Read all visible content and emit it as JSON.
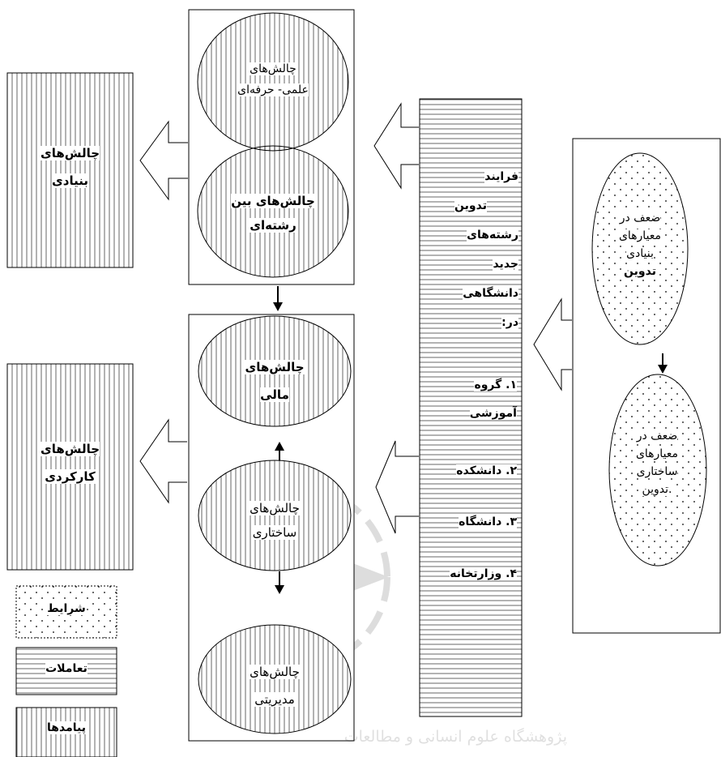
{
  "conditions": {
    "weak_foundational": [
      "ضعف در",
      "معیارهای",
      "بنیادی",
      "تدوین"
    ],
    "weak_structural": [
      "ضعف در",
      "معیارهای",
      "ساختاری",
      ".تدوین"
    ]
  },
  "process": {
    "lines": [
      "فرایند",
      "تدوین",
      "رشته‌های",
      "جدید",
      "دانشگاهی",
      "در:"
    ],
    "levels": [
      "۱. گروه",
      "آموزشی",
      "۲. دانشکده",
      "۳. دانشگاه",
      "۴. وزارتخانه"
    ]
  },
  "challenges_top": {
    "scientific": [
      "چالش‌های",
      "علمی- حرفه‌ای"
    ],
    "interdisciplinary": [
      "چالش‌های بین",
      "رشته‌ای"
    ]
  },
  "challenges_bottom": {
    "financial": [
      "چالش‌های",
      "مالی"
    ],
    "structural": [
      "چالش‌های",
      "ساختاری"
    ],
    "managerial": [
      "چالش‌های",
      "مدیریتی"
    ]
  },
  "outcomes": {
    "foundational": [
      "چالش‌های",
      "بنیادی"
    ],
    "functional": [
      "چالش‌های",
      "کارکردی"
    ]
  },
  "legend": {
    "conditions": "شرایط",
    "interactions": "تعاملات",
    "outcomes": "پیامدها"
  },
  "watermark_text": "پژوهشگاه علوم انسانی و مطالعات فرهنگی"
}
